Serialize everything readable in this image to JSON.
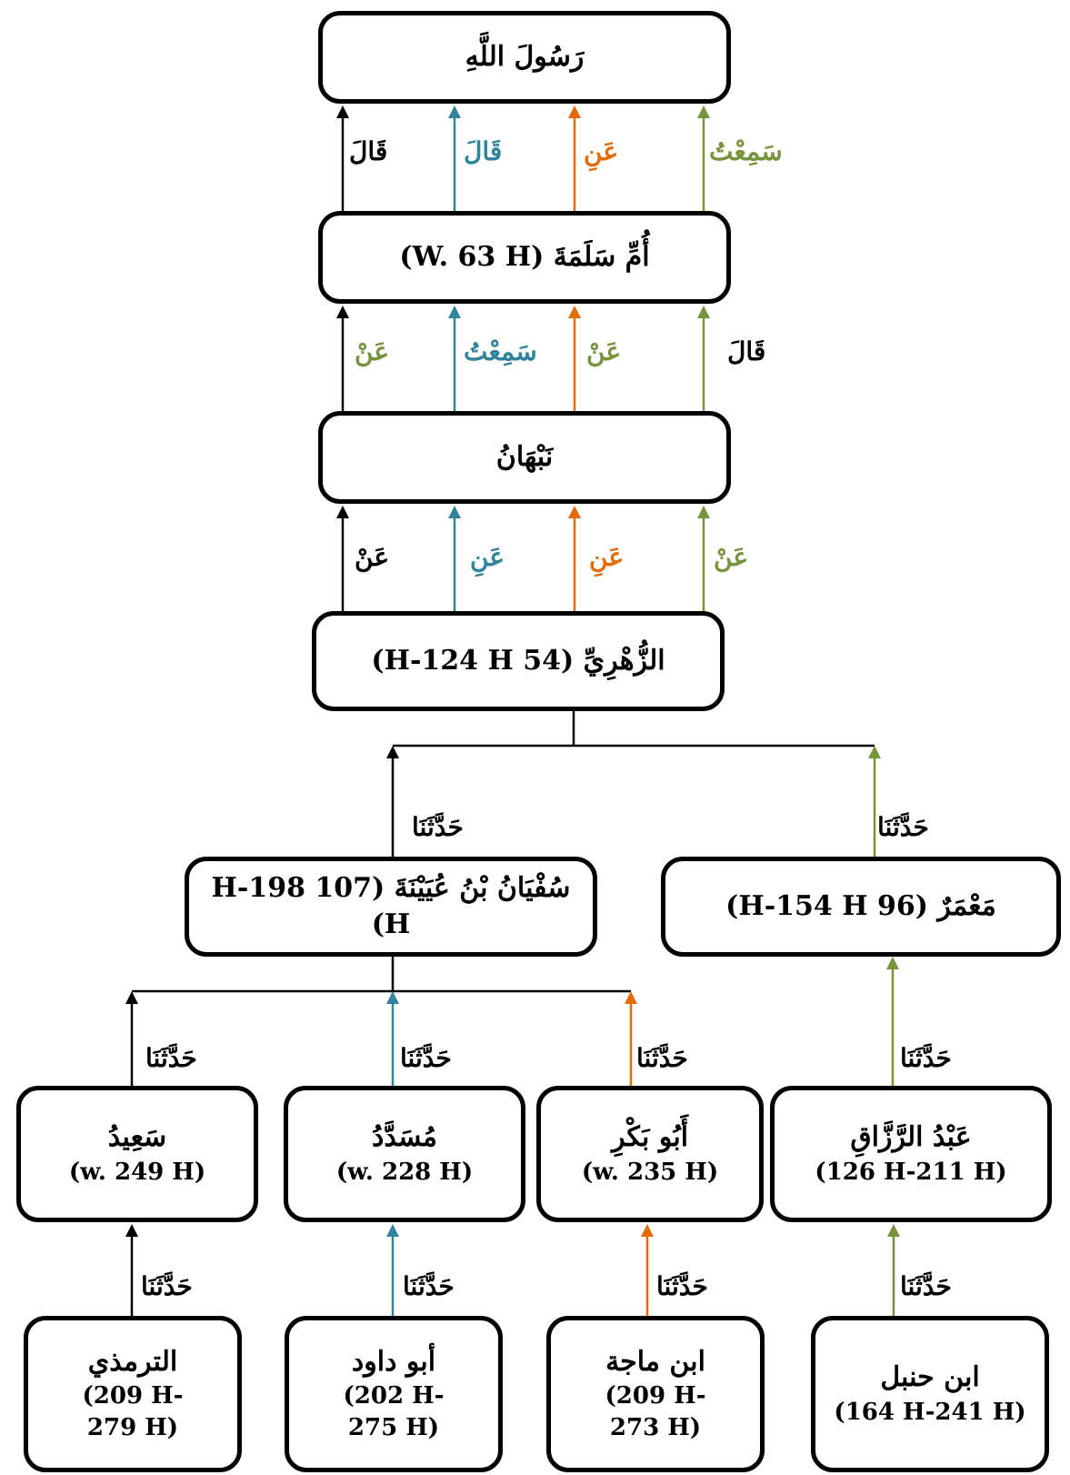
{
  "colors": {
    "black": "#000000",
    "blue": "#31849b",
    "orange": "#e36c09",
    "green": "#77933c"
  },
  "nodes": {
    "rasul": {
      "name": "رَسُولَ اللَّهِ"
    },
    "ummu_salamah": {
      "name": "أُمِّ سَلَمَةَ (W. 63 H)"
    },
    "nabhan": {
      "name": "نَبْهَانُ"
    },
    "zuhri": {
      "name": "الزُّهْرِيِّ (54 H-124 H)"
    },
    "sufyan": {
      "name": "سُفْيَانُ بْنُ عُيَيْنَةَ (107 H-198 H)"
    },
    "mamar": {
      "name": "مَعْمَرٌ (96 H-154 H)"
    },
    "said": {
      "name": "سَعِيدُ",
      "dates": "(w. 249 H)"
    },
    "musaddad": {
      "name": "مُسَدَّدُ",
      "dates": "(w. 228 H)"
    },
    "abu_bakr": {
      "name": "أَبُو بَكْرِ",
      "dates": "(w. 235 H)"
    },
    "abdurrazzaq": {
      "name": "عَبْدُ الرَّزَّاقِ",
      "dates": "(126 H-211 H)"
    },
    "tirmidzi": {
      "name": "الترمذي",
      "dates": "(209 H-279 H)"
    },
    "abu_dawud": {
      "name": "أبو داود",
      "dates": "(202 H-275 H)"
    },
    "ibn_majah": {
      "name": "ابن ماجة",
      "dates": "(209 H-273 H)"
    },
    "ibn_hanbal": {
      "name": "ابن حنبل",
      "dates": "(164 H-241 H)"
    }
  },
  "labels": {
    "l1_black": "قَالَ",
    "l1_blue": "قَالَ",
    "l1_orange": "عَنِ",
    "l1_green": "سَمِعْتُ",
    "l2_black": "عَنْ",
    "l2_blue": "سَمِعْتُ",
    "l2_orange": "عَنْ",
    "l2_green": "قَالَ",
    "l3_black": "عَنْ",
    "l3_blue": "عَنِ",
    "l3_orange": "عَنِ",
    "l3_green": "عَنْ",
    "sufyan_edge": "حَدَّثَنَا",
    "mamar_edge": "حَدَّثَنَا",
    "said_edge": "حَدَّثَنَا",
    "musaddad_edge": "حَدَّثَنَا",
    "abubakr_edge": "حَدَّثَنَا",
    "abdurrazzaq_edge": "حَدَّثَنَا",
    "tirmidzi_edge": "حَدَّثَنَا",
    "abudawud_edge": "حَدَّثَنَا",
    "ibnmajah_edge": "حَدَّثَنَا",
    "ibnhanbal_edge": "حَدَّثَنَا"
  }
}
